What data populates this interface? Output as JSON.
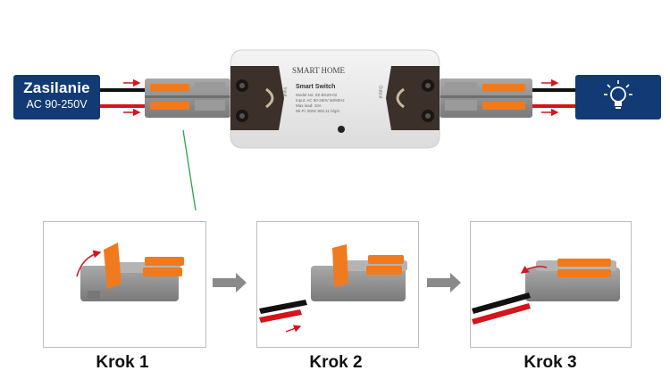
{
  "power_label": {
    "title": "Zasilanie",
    "voltage": "AC 90-250V"
  },
  "device": {
    "brand": "SMART HOME",
    "model_title": "Smart Switch",
    "spec_lines": [
      "Model No: ZZ-BS29-02",
      "Input: AC 90-250V 50/60Hz",
      "Max load: 10A",
      "Wi-Fi: IEEE 802.11 b/g/n"
    ],
    "input_label": "Input",
    "output_label": "Output"
  },
  "steps": [
    {
      "label": "Krok 1"
    },
    {
      "label": "Krok 2"
    },
    {
      "label": "Krok 3"
    }
  ],
  "icons": [
    "lightbulb-icon",
    "step-arrow-icon",
    "rotation-arrow-icon",
    "wire-direction-icon"
  ],
  "colors": {
    "label_bg": "#123a74",
    "lever": "#f07a1e",
    "connector_gray": "#8e8e8e",
    "wire_red": "#d4151b",
    "wire_black": "#111111",
    "guide_line": "#2aa64a"
  }
}
